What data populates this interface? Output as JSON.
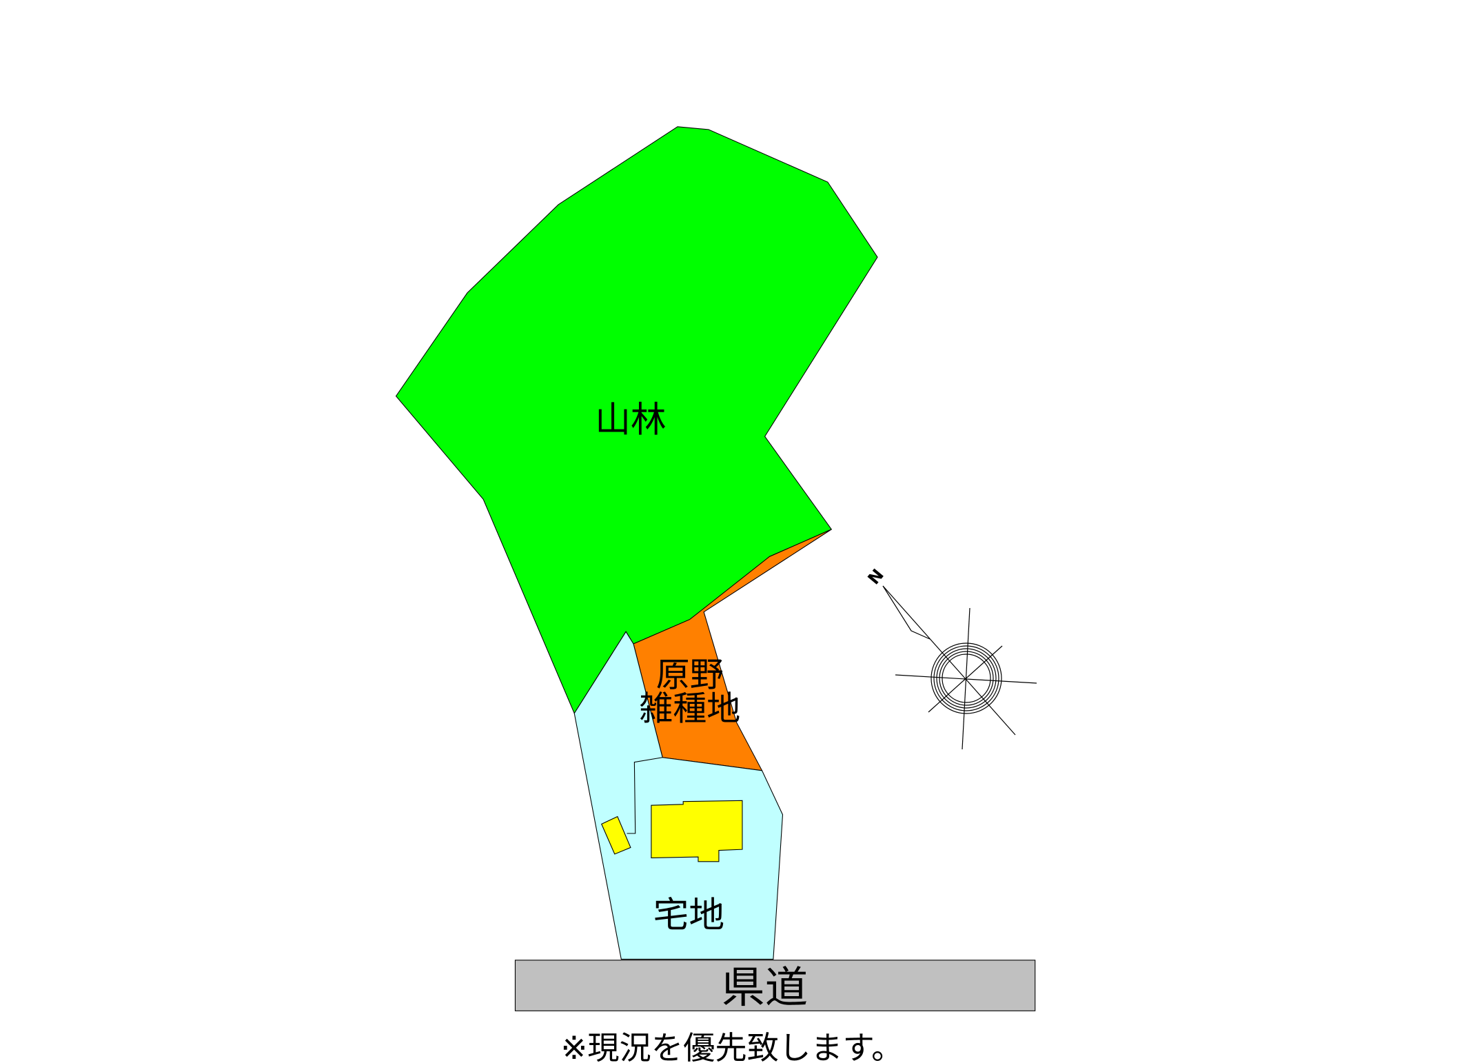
{
  "map": {
    "labels": {
      "forest": "山林",
      "wasteland_line1": "原野",
      "wasteland_line2": "雑種地",
      "residential": "宅地",
      "road": "県道"
    },
    "north_label": "N",
    "note": "※現況を優先致します。",
    "colors": {
      "forest": "#00ff00",
      "wasteland": "#ff8000",
      "residential": "#c0ffff",
      "building": "#ffff00",
      "road": "#c0c0c0"
    }
  }
}
